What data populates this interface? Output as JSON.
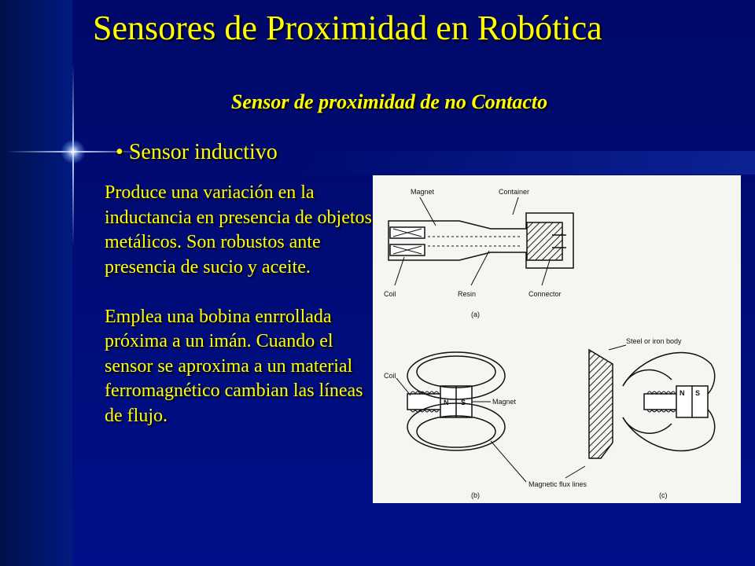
{
  "slide": {
    "title": "Sensores de Proximidad en Robótica",
    "subtitle": "Sensor de proximidad de no Contacto",
    "bullet_marker": "•",
    "bullet": "Sensor inductivo",
    "paragraphs": [
      "Produce una variación en la inductancia en presencia de objetos metálicos. Son robustos ante presencia de sucio y aceite.",
      "Emplea una bobina enrrollada próxima a un imán. Cuando el sensor se aproxima a un material ferromagnético cambian las líneas de flujo."
    ]
  },
  "figure": {
    "labels": {
      "magnet": "Magnet",
      "container": "Container",
      "coil": "Coil",
      "resin": "Resin",
      "connector": "Connector",
      "caption_a": "(a)",
      "coil_b": "Coil",
      "n_b": "N",
      "s_b": "S",
      "magnet_b": "Magnet",
      "steel_body": "Steel or iron body",
      "n_c": "N",
      "s_c": "S",
      "flux_lines": "Magnetic flux lines",
      "caption_b": "(b)",
      "caption_c": "(c)"
    }
  },
  "colors": {
    "text": "#ffff00",
    "background": "#000b66"
  }
}
